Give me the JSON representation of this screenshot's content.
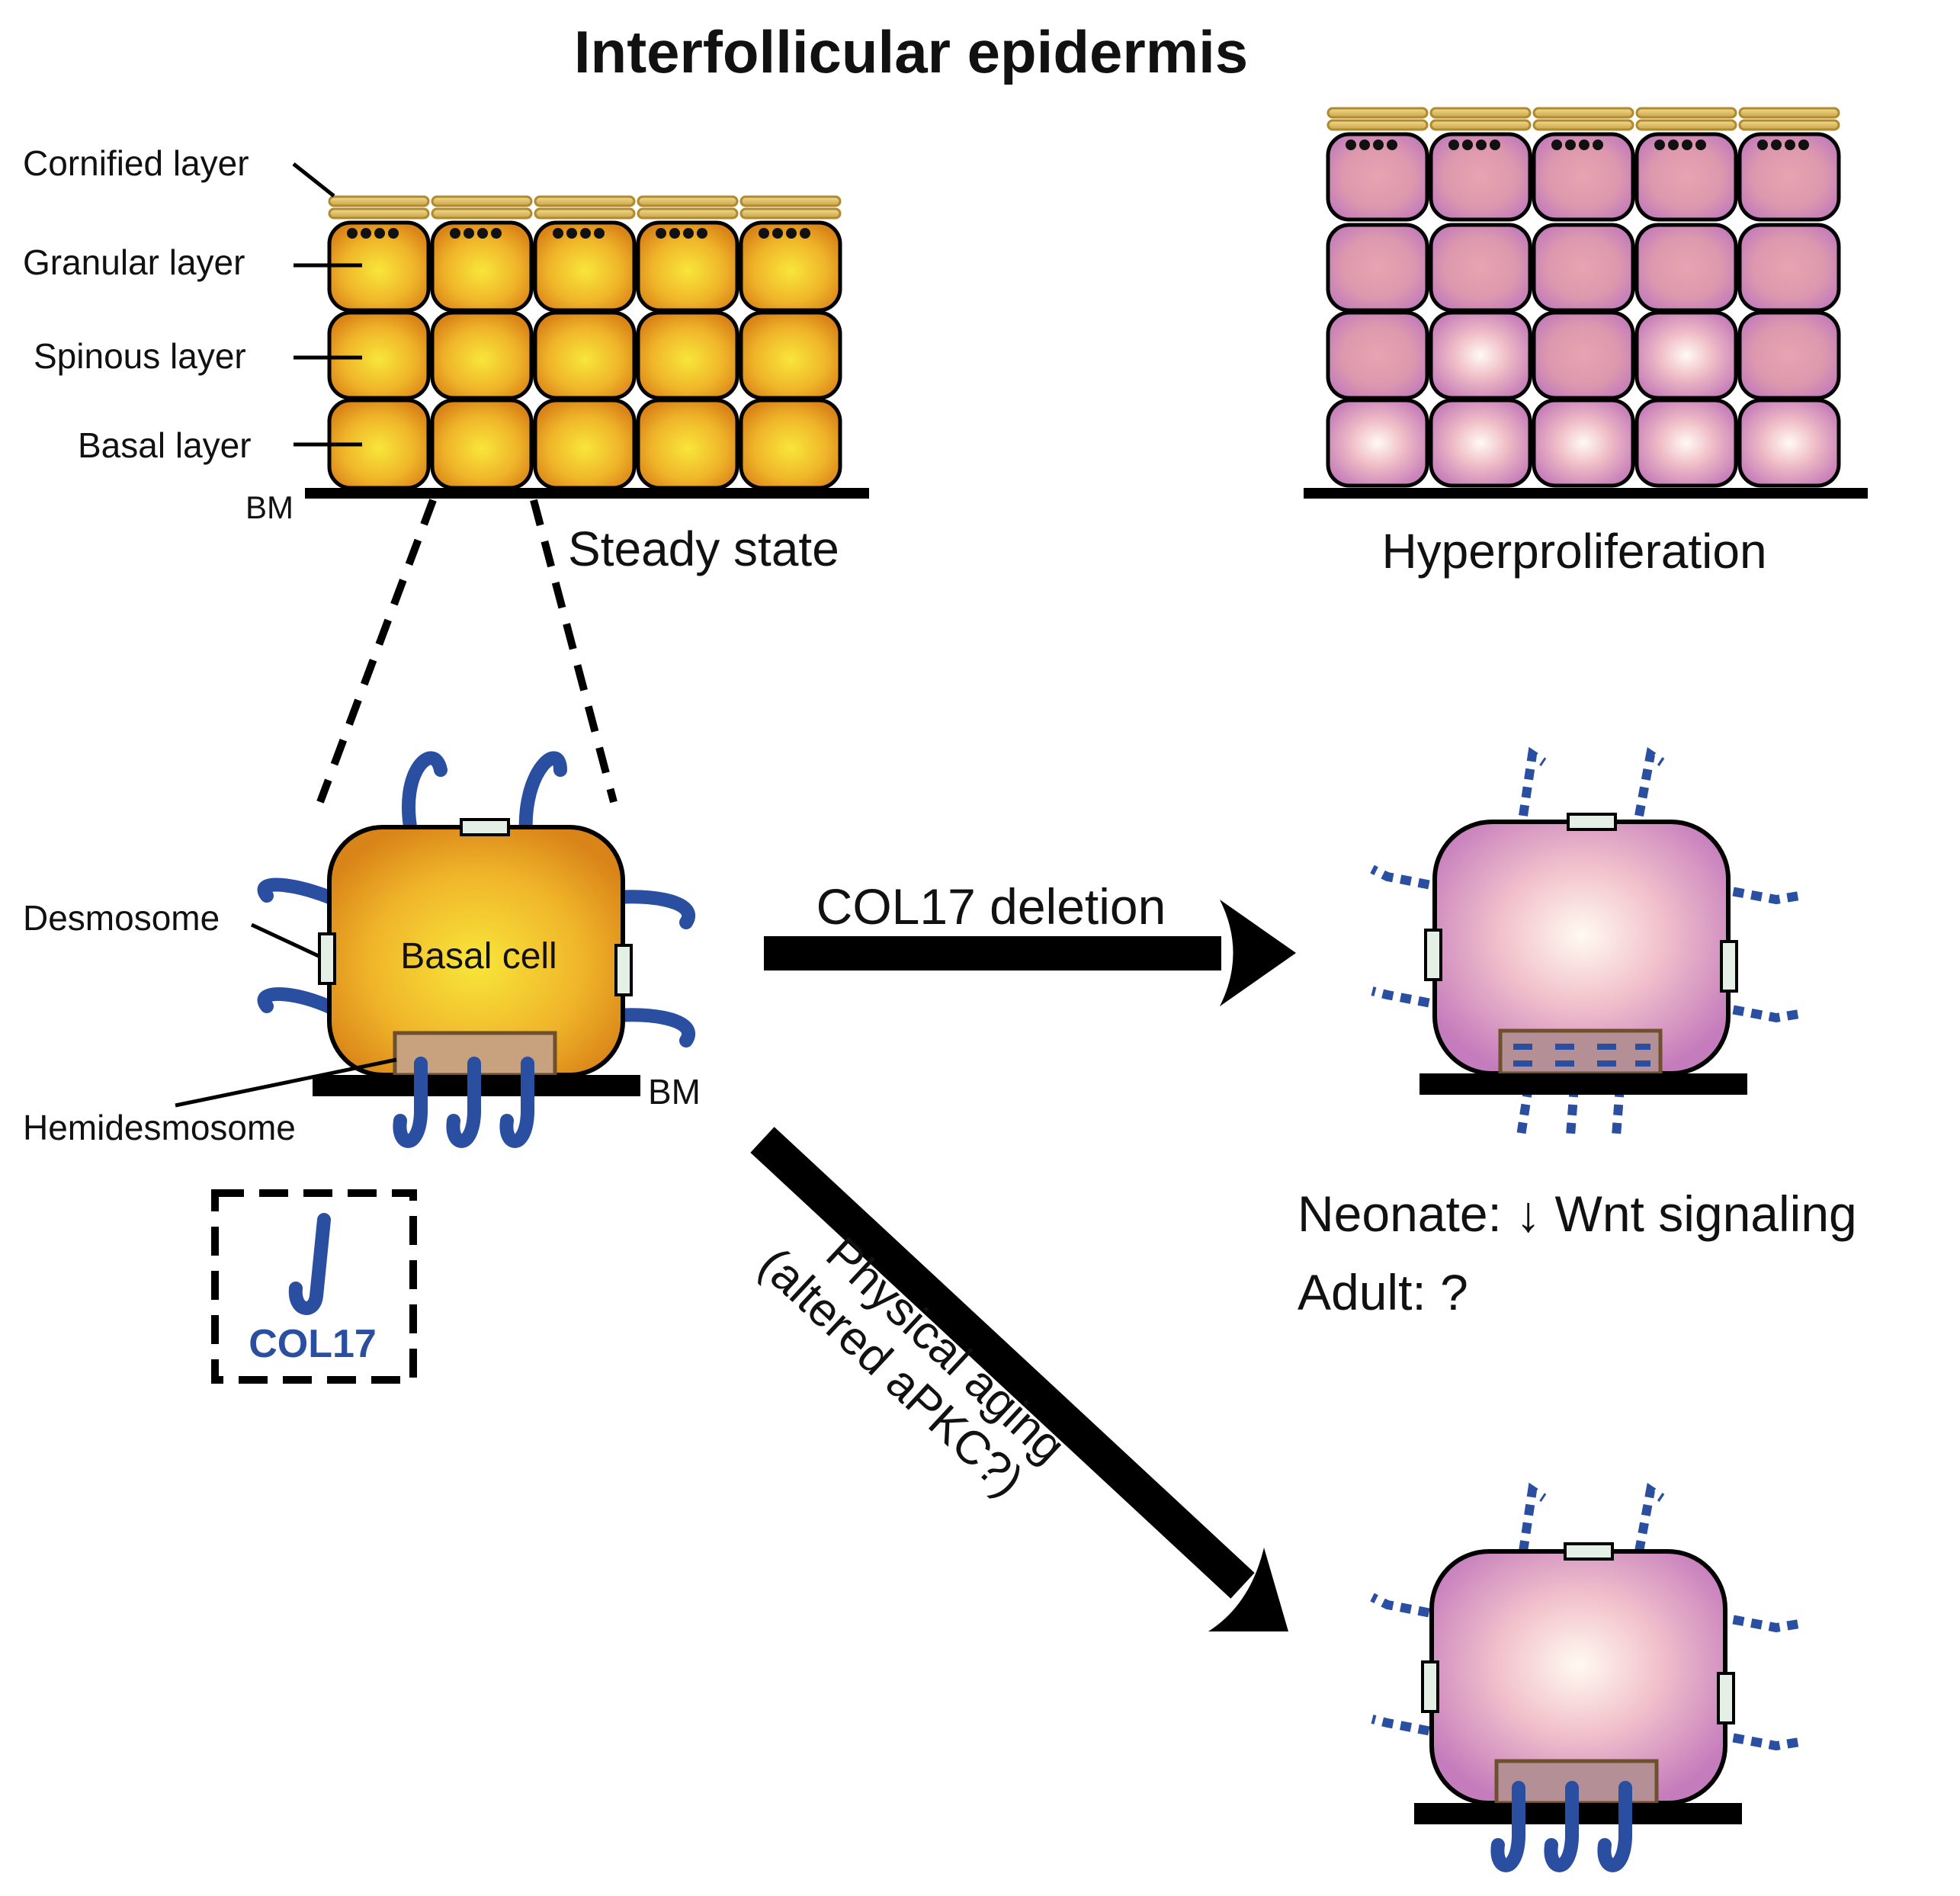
{
  "title": "Interfollicular epidermis",
  "layer_labels": {
    "cornified": "Cornified layer",
    "granular": "Granular layer",
    "spinous": "Spinous layer",
    "basal": "Basal layer",
    "bm": "BM"
  },
  "steady_state": "Steady state",
  "hyperproliferation": "Hyperproliferation",
  "cell_labels": {
    "desmosome": "Desmosome",
    "basal_cell": "Basal cell",
    "hemidesmosome": "Hemidesmosome",
    "bm": "BM",
    "legend_col17": "COL17"
  },
  "arrows": {
    "deletion": "COL17 deletion",
    "aging_line1": "Physical aging",
    "aging_line2": "(altered aPKC?)"
  },
  "outcomes": {
    "neonate": "Neonate: ↓ Wnt signaling",
    "adult": "Adult: ?"
  },
  "colors": {
    "orange_cell": "#e8a020",
    "orange_center": "#f8e63a",
    "pink_cell": "#d98fb9",
    "pink_center": "#fff8f0",
    "col17": "#2a4ea0",
    "cornified": "#e2c36a",
    "hemidesmosome": "#c8a27e"
  }
}
